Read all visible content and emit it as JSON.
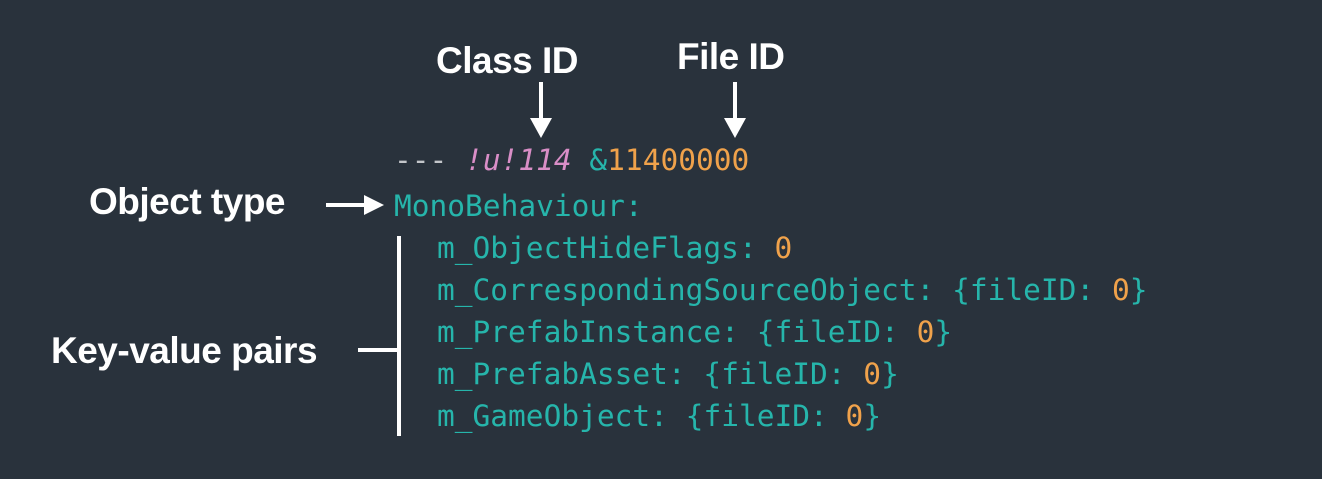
{
  "annotations": {
    "class_id": "Class ID",
    "file_id": "File ID",
    "object_type": "Object type",
    "key_value_pairs": "Key-value pairs"
  },
  "code": {
    "separator": "---",
    "tag": "!u!114",
    "anchor_prefix": "&",
    "file_id_value": "11400000",
    "object_type": "MonoBehaviour",
    "pairs": [
      {
        "key": "m_ObjectHideFlags",
        "value": "0",
        "braced": false
      },
      {
        "key": "m_CorrespondingSourceObject",
        "field": "fileID",
        "value": "0",
        "braced": true
      },
      {
        "key": "m_PrefabInstance",
        "field": "fileID",
        "value": "0",
        "braced": true
      },
      {
        "key": "m_PrefabAsset",
        "field": "fileID",
        "value": "0",
        "braced": true
      },
      {
        "key": "m_GameObject",
        "field": "fileID",
        "value": "0",
        "braced": true
      }
    ]
  },
  "colors": {
    "background": "#29323c",
    "key": "#26b5ab",
    "tag": "#d98ec7",
    "number": "#f0a24b",
    "annotation": "#ffffff"
  }
}
